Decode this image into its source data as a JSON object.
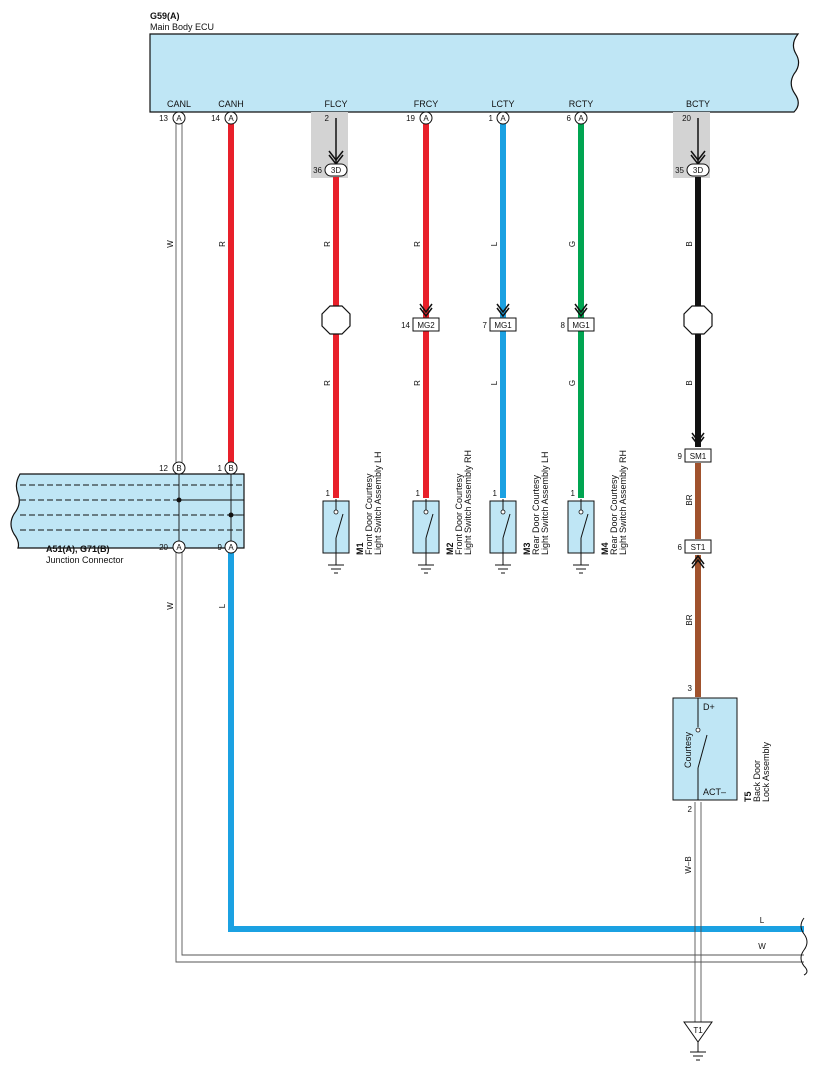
{
  "colors": {
    "box_fill": "#bfe6f5",
    "red": "#e8202a",
    "blue": "#1ba1e2",
    "green": "#00a551",
    "black": "#111111",
    "brown": "#a0522d",
    "white_wire": "#ffffff",
    "gray_shield": "#d3d3d3"
  },
  "ecu": {
    "code": "G59(A)",
    "name": "Main Body ECU"
  },
  "ecu_pins": [
    {
      "label": "CANL",
      "num": "13",
      "conn": "A"
    },
    {
      "label": "CANH",
      "num": "14",
      "conn": "A"
    },
    {
      "label": "FLCY",
      "num": "2",
      "conn": ""
    },
    {
      "label": "FRCY",
      "num": "19",
      "conn": "A"
    },
    {
      "label": "LCTY",
      "num": "1",
      "conn": "A"
    },
    {
      "label": "RCTY",
      "num": "6",
      "conn": "A"
    },
    {
      "label": "BCTY",
      "num": "20",
      "conn": ""
    }
  ],
  "connector_3d": [
    {
      "num": "36",
      "code": "3D"
    },
    {
      "num": "35",
      "code": "3D"
    }
  ],
  "wire_colors": {
    "canl": "W",
    "canh": "R",
    "flcy_upper": "R",
    "flcy_lower": "R",
    "frcy_upper": "R",
    "frcy_lower": "R",
    "lcty_upper": "L",
    "lcty_lower": "L",
    "rcty_upper": "G",
    "rcty_lower": "G",
    "bcty_upper": "B",
    "bcty_lower": "B",
    "sm1_st1": "BR",
    "st1_t5": "BR",
    "t5_ground": "W–B",
    "canl_lower": "W",
    "canh_lower": "L",
    "bus_l": "L",
    "bus_w": "W"
  },
  "inline_connectors": [
    {
      "num": "14",
      "code": "MG2"
    },
    {
      "num": "7",
      "code": "MG1"
    },
    {
      "num": "8",
      "code": "MG1"
    },
    {
      "num": "9",
      "code": "SM1"
    },
    {
      "num": "6",
      "code": "ST1"
    }
  ],
  "junction": {
    "code": "A51(A), G71(B)",
    "name": "Junction Connector",
    "pins": [
      {
        "num": "12",
        "conn": "B"
      },
      {
        "num": "1",
        "conn": "B"
      },
      {
        "num": "20",
        "conn": "A"
      },
      {
        "num": "9",
        "conn": "A"
      }
    ]
  },
  "switches": [
    {
      "code": "M1",
      "name_line1": "Front Door Courtesy",
      "name_line2": "Light Switch Assembly LH",
      "pin": "1"
    },
    {
      "code": "M2",
      "name_line1": "Front Door Courtesy",
      "name_line2": "Light Switch Assembly RH",
      "pin": "1"
    },
    {
      "code": "M3",
      "name_line1": "Rear Door Courtesy",
      "name_line2": "Light Switch Assembly LH",
      "pin": "1"
    },
    {
      "code": "M4",
      "name_line1": "Rear Door Courtesy",
      "name_line2": "Light Switch Assembly RH",
      "pin": "1"
    }
  ],
  "back_door": {
    "code": "T5",
    "name_line1": "Back Door",
    "name_line2": "Lock Assembly",
    "inner_label": "Courtesy",
    "terminal_top": "D+",
    "terminal_bottom": "ACT–",
    "pin_top": "3",
    "pin_bottom": "2"
  },
  "ground_point": "T1"
}
